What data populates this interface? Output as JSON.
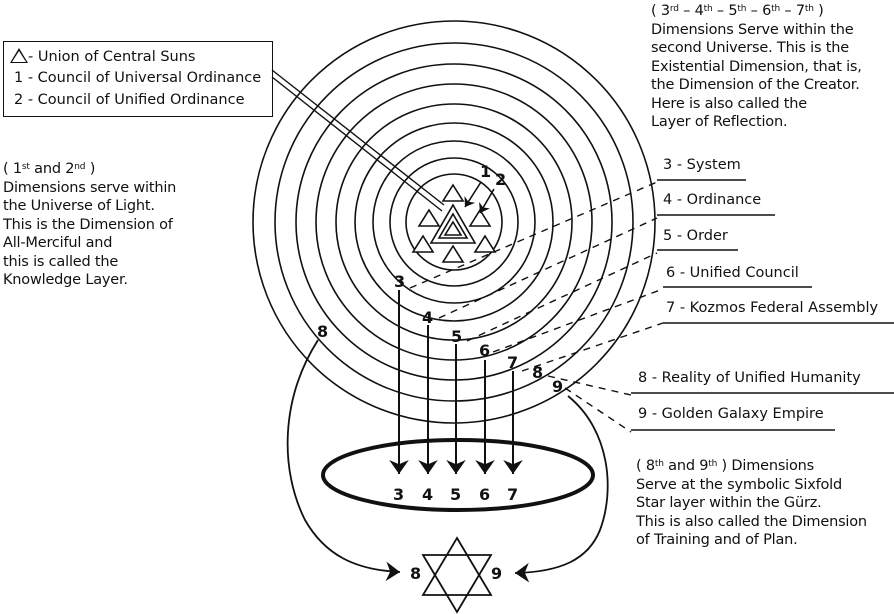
{
  "legend": {
    "items": [
      {
        "symbol": "triangle-icon",
        "key": "△",
        "text": "- Union of Central Suns"
      },
      {
        "key": "1",
        "text": "1 - Council of Universal Ordinance"
      },
      {
        "key": "2",
        "text": "2 - Council of Unified Ordinance"
      }
    ]
  },
  "left_note": {
    "line1_open": "( 1",
    "line1_sup1": "st",
    "line1_mid": " and 2",
    "line1_sup2": "nd",
    "line1_close": " )",
    "lines": [
      "Dimensions serve within",
      "the Universe of Light.",
      "This is the Dimension of",
      "All-Merciful and",
      "this is called the",
      "Knowledge Layer."
    ]
  },
  "right_top_note": {
    "head": [
      {
        "n": "( 3",
        "s": "rd"
      },
      {
        "n": " – 4",
        "s": "th"
      },
      {
        "n": " – 5",
        "s": "th"
      },
      {
        "n": " – 6",
        "s": "th"
      },
      {
        "n": " – 7",
        "s": "th"
      }
    ],
    "head_close": " )",
    "lines": [
      "Dimensions Serve within the",
      "second Universe. This is the",
      "Existential Dimension, that is,",
      "the Dimension of the Creator.",
      "Here is also called the",
      "Layer of Reflection."
    ]
  },
  "right_bottom_note": {
    "l1_a": "( 8",
    "l1_s1": "th",
    "l1_b": " and 9",
    "l1_s2": "th",
    "l1_c": " ) Dimensions",
    "lines": [
      "Serve at the symbolic Sixfold",
      "Star layer within the Gürz.",
      "This is also called the Dimension",
      "of Training and of Plan."
    ]
  },
  "layer_labels": [
    "3 - System",
    "4 - Ordinance",
    "5 - Order",
    "6 - Unified Council",
    "7 - Kozmos Federal Assembly",
    "8 - Reality of Unified Humanity",
    "9 - Golden Galaxy Empire"
  ],
  "ring_numbers": [
    "3",
    "4",
    "5",
    "6",
    "7",
    "8",
    "9"
  ],
  "ring_number_8_left": "8",
  "center_pointers": [
    "1",
    "2"
  ],
  "ellipse_numbers": [
    "3",
    "4",
    "5",
    "6",
    "7"
  ],
  "star_numbers": [
    "8",
    "9"
  ]
}
